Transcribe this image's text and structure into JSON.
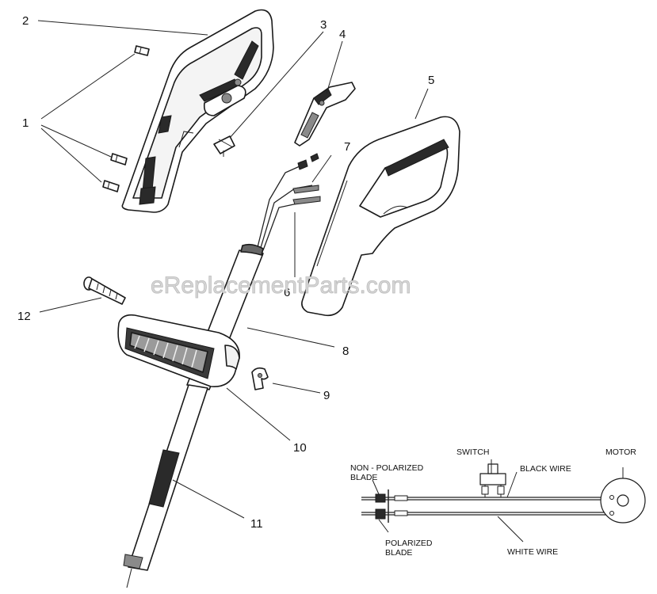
{
  "diagram": {
    "watermark": "eReplacementParts.com",
    "callouts": [
      "1",
      "2",
      "3",
      "4",
      "5",
      "6",
      "7",
      "8",
      "9",
      "10",
      "11",
      "12"
    ],
    "wiring": {
      "switch": "SWITCH",
      "motor": "MOTOR",
      "black_wire": "BLACK WIRE",
      "white_wire": "WHITE WIRE",
      "non_polarized_line1": "NON - POLARIZED",
      "non_polarized_line2": "BLADE",
      "polarized_line1": "POLARIZED",
      "polarized_line2": "BLADE"
    }
  }
}
